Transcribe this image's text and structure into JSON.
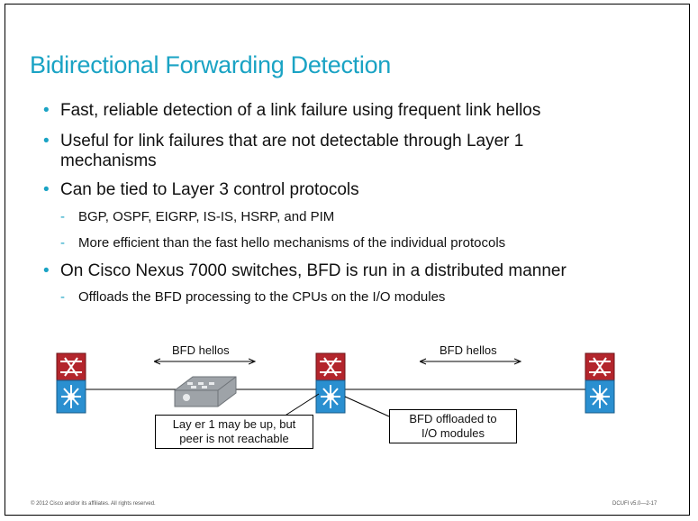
{
  "title": "Bidirectional  Forwarding  Detection",
  "bullets": [
    {
      "level": 1,
      "text": "Fast, reliable detection of a link failure using frequent link hellos"
    },
    {
      "level": 1,
      "lines": [
        "Useful for link failures that are not detectable through Layer 1",
        "mechanisms"
      ]
    },
    {
      "level": 1,
      "text": "Can be tied to Layer 3 control protocols"
    },
    {
      "level": 2,
      "text": "BGP,  OSPF,  EIGRP,  IS-IS,  HSRP,  and  PIM"
    },
    {
      "level": 2,
      "text": "More  efficient than  the  fast hello  mechanisms   of the  individual  protocols"
    },
    {
      "level": 1,
      "text": "On Cisco Nexus 7000 switches, BFD is run in a distributed manner"
    },
    {
      "level": 2,
      "text": "Offloads  the  BFD  processing  to  the  CPUs   on  the  I/O  modules"
    }
  ],
  "diagram": {
    "hellos_left": "BFD hellos",
    "hellos_right": "BFD hellos",
    "callout_layer1": [
      "Lay er 1 may be up, but",
      "peer is not reachable"
    ],
    "callout_offload": [
      "BFD offloaded to",
      "I/O modules"
    ],
    "colors": {
      "switch_top": "#b3252c",
      "switch_bottom": "#2a8fd0",
      "hub": "#9ea3a8"
    }
  },
  "footer": {
    "copyright": "© 2012 Cisco and/or its affiliates. All rights reserved.",
    "course": "DCUFI v5.0—2-17"
  }
}
